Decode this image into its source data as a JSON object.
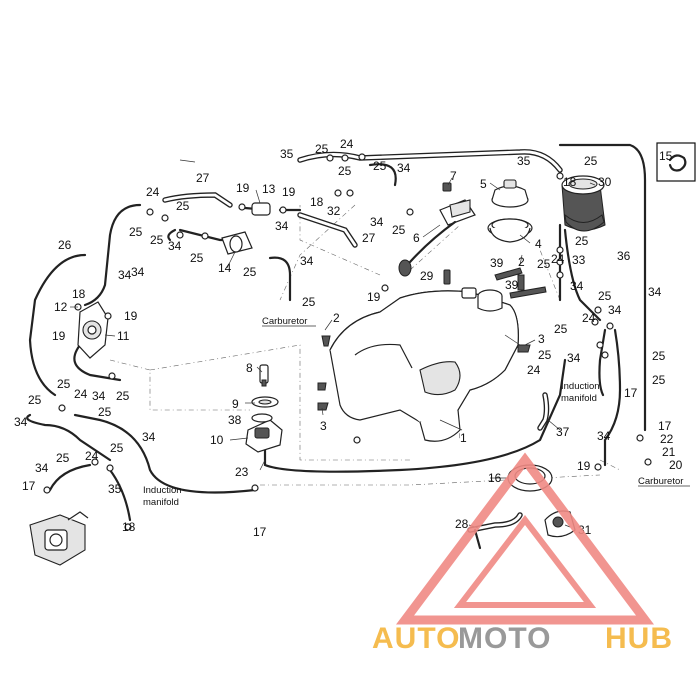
{
  "diagram": {
    "callouts": [
      {
        "n": "1"
      },
      {
        "n": "2"
      },
      {
        "n": "2"
      },
      {
        "n": "3"
      },
      {
        "n": "3"
      },
      {
        "n": "4"
      },
      {
        "n": "5"
      },
      {
        "n": "6"
      },
      {
        "n": "7"
      },
      {
        "n": "8"
      },
      {
        "n": "9"
      },
      {
        "n": "10"
      },
      {
        "n": "11"
      },
      {
        "n": "12"
      },
      {
        "n": "13"
      },
      {
        "n": "14"
      },
      {
        "n": "15"
      },
      {
        "n": "16"
      },
      {
        "n": "17"
      },
      {
        "n": "17"
      },
      {
        "n": "17"
      },
      {
        "n": "17"
      },
      {
        "n": "18"
      },
      {
        "n": "18"
      },
      {
        "n": "18"
      },
      {
        "n": "18"
      },
      {
        "n": "19"
      },
      {
        "n": "19"
      },
      {
        "n": "19"
      },
      {
        "n": "19"
      },
      {
        "n": "19"
      },
      {
        "n": "19"
      },
      {
        "n": "20"
      },
      {
        "n": "21"
      },
      {
        "n": "22"
      },
      {
        "n": "23"
      },
      {
        "n": "24"
      },
      {
        "n": "24"
      },
      {
        "n": "24"
      },
      {
        "n": "24"
      },
      {
        "n": "24"
      },
      {
        "n": "24"
      },
      {
        "n": "24"
      },
      {
        "n": "25"
      },
      {
        "n": "25"
      },
      {
        "n": "25"
      },
      {
        "n": "25"
      },
      {
        "n": "25"
      },
      {
        "n": "25"
      },
      {
        "n": "25"
      },
      {
        "n": "25"
      },
      {
        "n": "25"
      },
      {
        "n": "25"
      },
      {
        "n": "25"
      },
      {
        "n": "25"
      },
      {
        "n": "25"
      },
      {
        "n": "25"
      },
      {
        "n": "25"
      },
      {
        "n": "25"
      },
      {
        "n": "25"
      },
      {
        "n": "25"
      },
      {
        "n": "25"
      },
      {
        "n": "25"
      },
      {
        "n": "25"
      },
      {
        "n": "25"
      },
      {
        "n": "25"
      },
      {
        "n": "25"
      },
      {
        "n": "26"
      },
      {
        "n": "27"
      },
      {
        "n": "27"
      },
      {
        "n": "28"
      },
      {
        "n": "29"
      },
      {
        "n": "30"
      },
      {
        "n": "31"
      },
      {
        "n": "32"
      },
      {
        "n": "33"
      },
      {
        "n": "34"
      },
      {
        "n": "34"
      },
      {
        "n": "34"
      },
      {
        "n": "34"
      },
      {
        "n": "34"
      },
      {
        "n": "34"
      },
      {
        "n": "34"
      },
      {
        "n": "34"
      },
      {
        "n": "34"
      },
      {
        "n": "34"
      },
      {
        "n": "34"
      },
      {
        "n": "34"
      },
      {
        "n": "34"
      },
      {
        "n": "34"
      },
      {
        "n": "34"
      },
      {
        "n": "34"
      },
      {
        "n": "35"
      },
      {
        "n": "35"
      },
      {
        "n": "35"
      },
      {
        "n": "36"
      },
      {
        "n": "37"
      },
      {
        "n": "38"
      },
      {
        "n": "39"
      },
      {
        "n": "39"
      }
    ],
    "labels": {
      "carburetor_top": "Carburetor",
      "carburetor_right": "Carburetor",
      "induction_right": [
        "Induction",
        "manifold"
      ],
      "induction_bottom": [
        "Induction",
        "manifold"
      ]
    }
  },
  "watermark": {
    "brand_part1": "AUTO",
    "brand_part2": "MOTO",
    "brand_part3": "HUB",
    "accent_orange": "#f5b53c",
    "accent_gray": "#8f8f8f",
    "accent_red": "#f08a84"
  }
}
